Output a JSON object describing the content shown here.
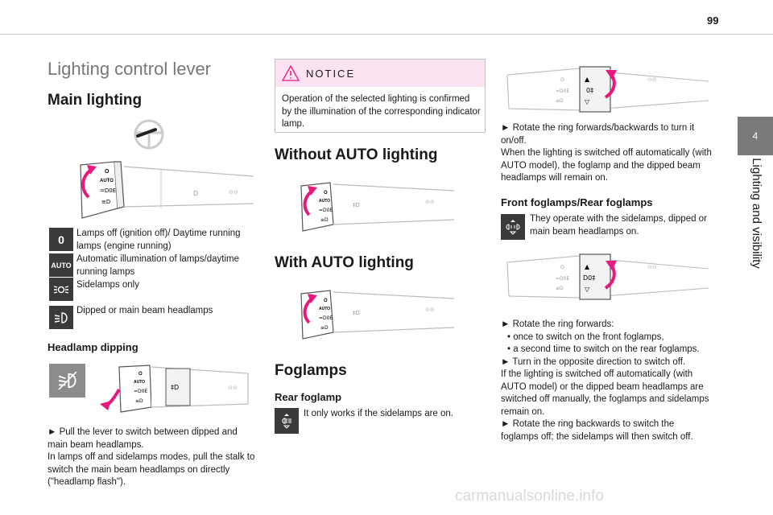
{
  "page": {
    "number": "99"
  },
  "side": {
    "tab_number": "4",
    "title": "Lighting and visibility"
  },
  "col1": {
    "title": "Lighting control lever",
    "main_lighting": "Main lighting",
    "icon_rows": [
      {
        "icon": "lamps-off-icon",
        "icon_text": "0",
        "text": "Lamps off (ignition off)/ Daytime running lamps (engine running)"
      },
      {
        "icon": "auto-icon",
        "icon_text": "AUTO",
        "text": "Automatic illumination of lamps/daytime running lamps"
      },
      {
        "icon": "sidelamps-icon",
        "text": "Sidelamps only"
      },
      {
        "icon": "headlamps-icon",
        "text": "Dipped or main beam headlamps"
      }
    ],
    "headlamp_dipping": "Headlamp dipping",
    "dipping_text": "► Pull the lever to switch between dipped and main beam headlamps.",
    "dipping_text2": "In lamps off and sidelamps modes, pull the stalk to switch the main beam headlamps on directly (\"headlamp flash\")."
  },
  "col2": {
    "notice_title": "NOTICE",
    "notice_text": "Operation of the selected lighting is confirmed by the illumination of the corresponding indicator lamp.",
    "without_auto": "Without AUTO lighting",
    "with_auto": "With AUTO lighting",
    "foglamps": "Foglamps",
    "rear_foglamp": "Rear foglamp",
    "rear_foglamp_text": "It only works if the sidelamps are on."
  },
  "col3": {
    "rotate_text": "► Rotate the ring forwards/backwards to turn it on/off.",
    "rotate_text2": "When the lighting is switched off automatically (with AUTO model), the foglamp and the dipped beam headlamps will remain on.",
    "front_rear_title": "Front foglamps/Rear foglamps",
    "front_rear_text": "They operate with the sidelamps, dipped or main beam headlamps on.",
    "steps": [
      "► Rotate the ring forwards:",
      "• once to switch on the front foglamps,",
      "• a second time to switch on the rear foglamps.",
      "► Turn in the opposite direction to switch off.",
      "If the lighting is switched off automatically (with AUTO model) or the dipped beam headlamps are switched off manually, the foglamps and sidelamps remain on.",
      "► Rotate the ring backwards to switch the foglamps off; the sidelamps will then switch off."
    ]
  },
  "watermark": "carmanualsonline.info",
  "colors": {
    "accent_pink": "#e8197d",
    "notice_bg": "#fbe3f1",
    "tab_gray": "#7a7a7a",
    "icon_bg": "#3a3a3a"
  }
}
